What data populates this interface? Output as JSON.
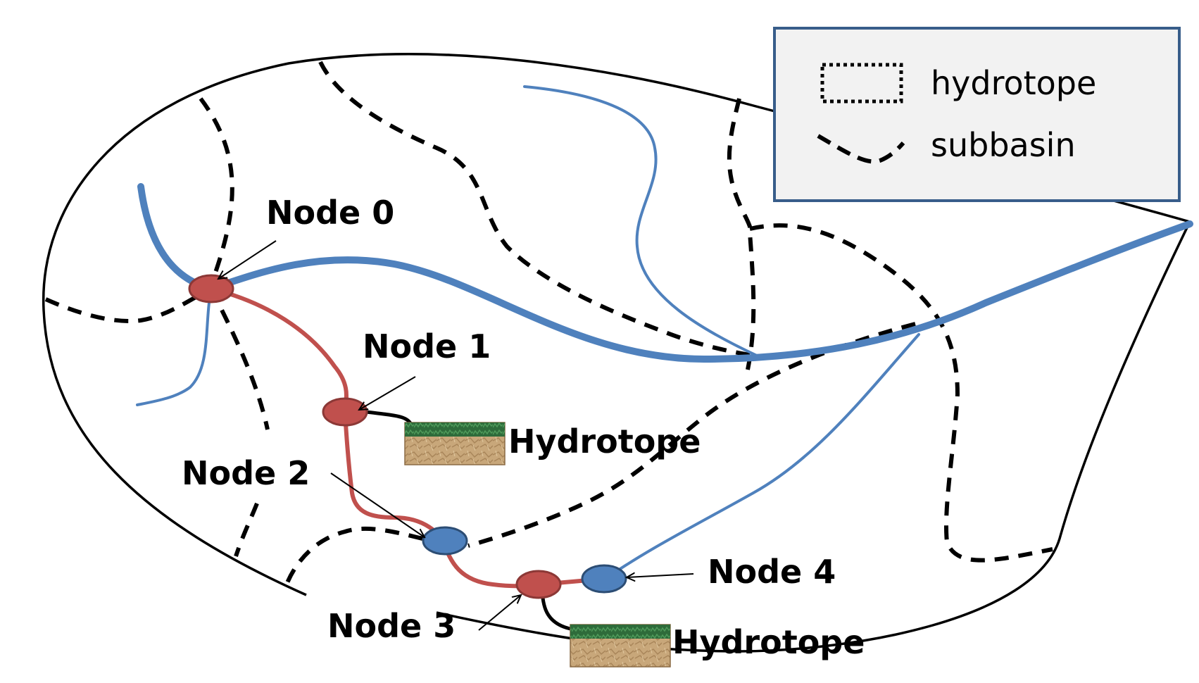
{
  "diagram": {
    "nodes": [
      {
        "label": "Node 0",
        "kind": "red"
      },
      {
        "label": "Node 1",
        "kind": "red"
      },
      {
        "label": "Node 2",
        "kind": "blue"
      },
      {
        "label": "Node 3",
        "kind": "red"
      },
      {
        "label": "Node 4",
        "kind": "blue"
      }
    ],
    "hydrotopes": [
      {
        "label": "Hydrotope"
      },
      {
        "label": "Hydrotope"
      }
    ]
  },
  "legend": {
    "items": [
      {
        "label": "hydrotope",
        "symbol": "dotted-box"
      },
      {
        "label": "subbasin",
        "symbol": "dashed-line"
      }
    ]
  },
  "colors": {
    "river": "#4f81bd",
    "red_route": "#c0504d",
    "red_node": "#c0504d",
    "blue_node": "#4f81bd",
    "outline": "#000000",
    "legend_border": "#385d8a",
    "legend_fill": "#f2f2f2",
    "soil": "#c8a77a",
    "grass": "#2e6b3a"
  }
}
